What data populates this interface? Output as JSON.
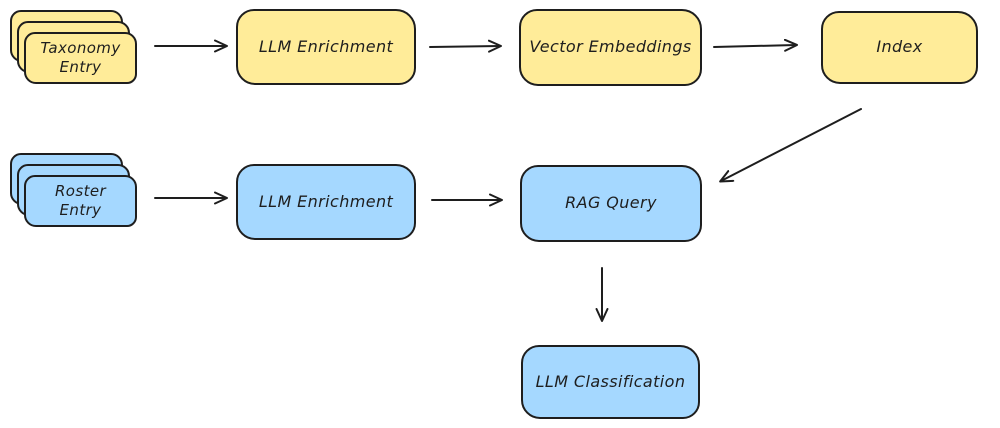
{
  "colors": {
    "yellow": "#ffec99",
    "blue": "#a5d8ff",
    "stroke": "#1e1e1e",
    "background": "#ffffff"
  },
  "nodes": {
    "taxonomy_entry": {
      "label": "Taxonomy\nEntry",
      "fill": "#ffec99",
      "shape": "stacked-cards"
    },
    "llm_enrichment_top": {
      "label": "LLM Enrichment",
      "fill": "#ffec99",
      "shape": "rounded-rect"
    },
    "vector_embeddings": {
      "label": "Vector Embeddings",
      "fill": "#ffec99",
      "shape": "rounded-rect"
    },
    "index": {
      "label": "Index",
      "fill": "#ffec99",
      "shape": "rounded-rect"
    },
    "roster_entry": {
      "label": "Roster\nEntry",
      "fill": "#a5d8ff",
      "shape": "stacked-cards"
    },
    "llm_enrichment_bottom": {
      "label": "LLM Enrichment",
      "fill": "#a5d8ff",
      "shape": "rounded-rect"
    },
    "rag_query": {
      "label": "RAG Query",
      "fill": "#a5d8ff",
      "shape": "rounded-rect"
    },
    "llm_classification": {
      "label": "LLM Classification",
      "fill": "#a5d8ff",
      "shape": "rounded-rect"
    }
  },
  "edges": [
    {
      "from": "taxonomy_entry",
      "to": "llm_enrichment_top"
    },
    {
      "from": "llm_enrichment_top",
      "to": "vector_embeddings"
    },
    {
      "from": "vector_embeddings",
      "to": "index"
    },
    {
      "from": "index",
      "to": "rag_query"
    },
    {
      "from": "roster_entry",
      "to": "llm_enrichment_bottom"
    },
    {
      "from": "llm_enrichment_bottom",
      "to": "rag_query"
    },
    {
      "from": "rag_query",
      "to": "llm_classification"
    }
  ]
}
